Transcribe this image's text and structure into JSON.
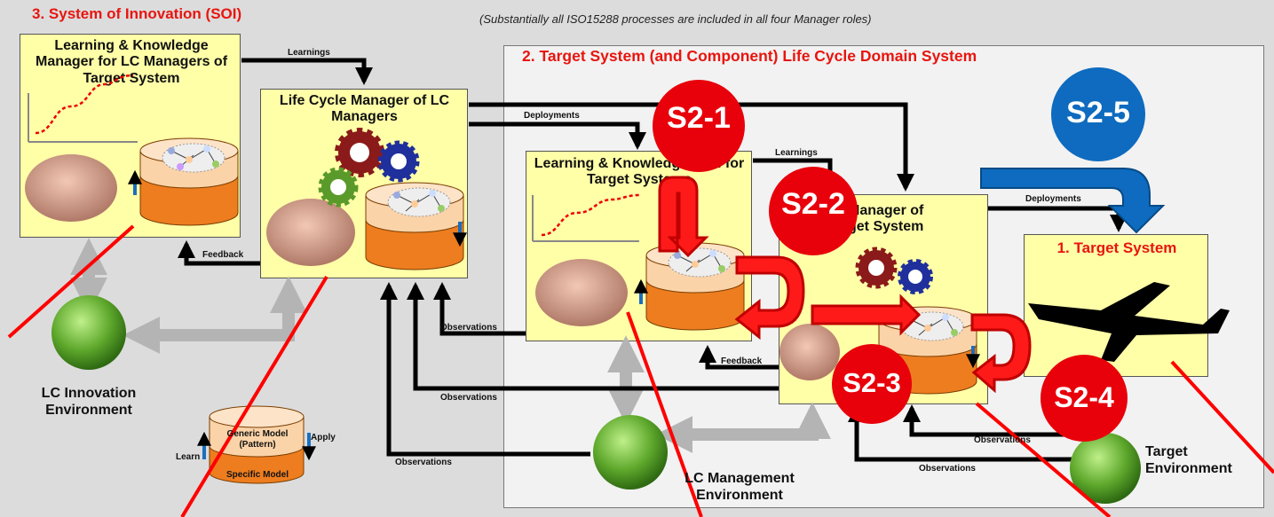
{
  "header": {
    "soi_title": "3.  System of Innovation (SOI)",
    "note": "(Substantially all ISO15288 processes are included in all four Manager roles)",
    "domain_title": "2.  Target System (and Component)  Life Cycle Domain System"
  },
  "boxes": {
    "lk_lc": "Learning & Knowledge Manager for LC Managers of Target System",
    "lcm_lcm": "Life Cycle Manager of LC Managers",
    "lk_ts": "Learning & Knowledge Mgr. for Target Systems",
    "lcm_ts": "Manager of get System",
    "target": "1. Target System"
  },
  "badges": {
    "s21": "S2-1",
    "s22": "S2-2",
    "s23": "S2-3",
    "s24": "S2-4",
    "s25": "S2-5"
  },
  "flow_labels": {
    "learnings_top": "Learnings",
    "deployments_1": "Deployments",
    "learnings_2": "Learnings",
    "deployments_2": "Deployments",
    "feedback_1": "Feedback",
    "feedback_2": "Feedback",
    "observations_1": "Observations",
    "observations_2": "Observations",
    "observations_3": "Observations",
    "observations_4": "Observations",
    "observations_5": "Observations"
  },
  "environments": {
    "lc_innovation": "LC Innovation Environment",
    "lc_management": "LC Management Environment",
    "target": "Target Environment"
  },
  "legend": {
    "generic_model": "Generic Model (Pattern)",
    "specific_model": "Specific Model",
    "learn": "Learn",
    "apply": "Apply"
  },
  "colors": {
    "box_fill": "#ffffa8",
    "title_red": "#e8150f",
    "badge_red": "#e8000b",
    "badge_blue": "#0e6bbf",
    "cylinder_orange": "#ed7d1f",
    "cylinder_top": "#fbd3a8"
  }
}
